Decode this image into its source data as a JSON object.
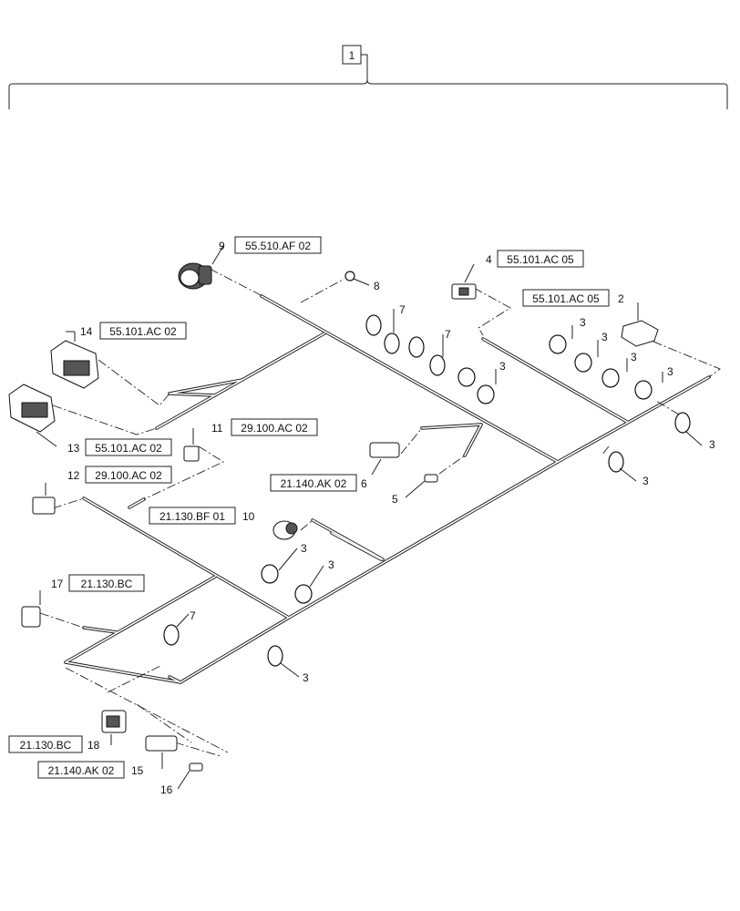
{
  "assembly_callout": "1",
  "parts": [
    {
      "num": "2",
      "ref": "55.101.AC 05"
    },
    {
      "num": "3",
      "ref": ""
    },
    {
      "num": "4",
      "ref": "55.101.AC 05"
    },
    {
      "num": "5",
      "ref": ""
    },
    {
      "num": "6",
      "ref": "21.140.AK 02"
    },
    {
      "num": "7",
      "ref": ""
    },
    {
      "num": "8",
      "ref": ""
    },
    {
      "num": "9",
      "ref": "55.510.AF 02"
    },
    {
      "num": "10",
      "ref": "21.130.BF 01"
    },
    {
      "num": "11",
      "ref": "29.100.AC 02"
    },
    {
      "num": "12",
      "ref": "29.100.AC 02"
    },
    {
      "num": "13",
      "ref": "55.101.AC 02"
    },
    {
      "num": "14",
      "ref": "55.101.AC 02"
    },
    {
      "num": "15",
      "ref": "21.140.AK 02"
    },
    {
      "num": "16",
      "ref": ""
    },
    {
      "num": "17",
      "ref": "21.130.BC"
    },
    {
      "num": "18",
      "ref": "21.130.BC"
    }
  ],
  "labels": {
    "p9": "9",
    "p8": "8",
    "p4": "4",
    "p2": "2",
    "p14": "14",
    "p13": "13",
    "p11": "11",
    "p12": "12",
    "p6": "6",
    "p5": "5",
    "p10": "10",
    "p17": "17",
    "p18": "18",
    "p15": "15",
    "p16": "16",
    "p7a": "7",
    "p7b": "7",
    "p7c": "7",
    "p3a": "3",
    "p3b": "3",
    "p3c": "3",
    "p3d": "3",
    "p3e": "3",
    "p3f": "3",
    "p3g": "3",
    "p3h": "3",
    "p3i": "3",
    "p3j": "3"
  },
  "refs": {
    "r9": "55.510.AF 02",
    "r4": "55.101.AC 05",
    "r2": "55.101.AC 05",
    "r14": "55.101.AC 02",
    "r13": "55.101.AC 02",
    "r11": "29.100.AC 02",
    "r12": "29.100.AC 02",
    "r6": "21.140.AK 02",
    "r10": "21.130.BF 01",
    "r17": "21.130.BC",
    "r18": "21.130.BC",
    "r15": "21.140.AK 02"
  }
}
